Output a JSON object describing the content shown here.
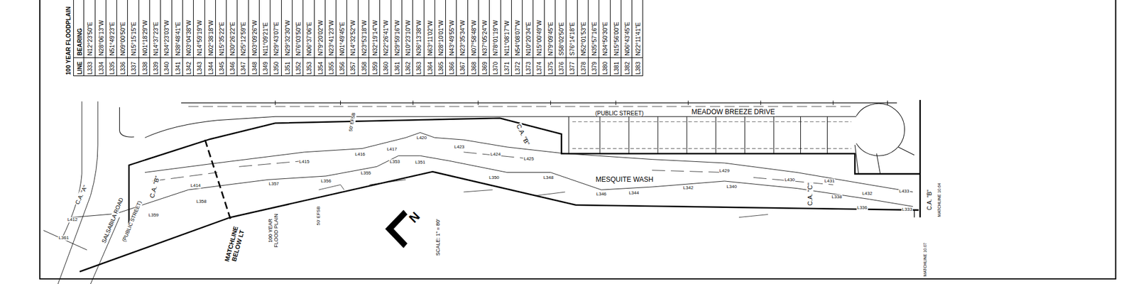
{
  "diagram": {
    "title": "100 YEAR FLOODPLAIN",
    "labels": [
      "LINE",
      "BEARING",
      "L333",
      "N12°23'50\"E",
      "L334",
      "N28°06'13\"W",
      "L335",
      "N51°49'23\"E",
      "L336",
      "N09°00'50\"E",
      "L337",
      "N15°15'15\"E",
      "L338",
      "N01°18'29\"W",
      "L339",
      "N14°37'23\"E",
      "L340",
      "N34°23'03\"W",
      "L341",
      "N38°48'41\"E",
      "L342",
      "N03°04'38\"W",
      "L343",
      "N14°59'19\"W",
      "L344",
      "N02°38'18\"W",
      "L345",
      "N15°35'22\"E",
      "L346",
      "N30°26'22\"E",
      "L347",
      "N25°12'59\"E",
      "L348",
      "N03°09'26\"W",
      "L349",
      "N11°09'21\"E",
      "L350",
      "N29°43'07\"E",
      "L351",
      "N29°32'30\"W",
      "L352",
      "N76°03'50\"E",
      "L353",
      "N06°37'06\"E",
      "L354",
      "N79°20'02\"W",
      "L355",
      "N23°41'23\"W",
      "L356",
      "N01°49'45\"E",
      "L357",
      "N14°32'52\"W",
      "L358",
      "N23°53'18\"W",
      "L359",
      "N32°19'14\"W",
      "L360",
      "N22°26'41\"W",
      "L361",
      "N29°59'16\"W",
      "L362",
      "N10°23'10\"W",
      "L363",
      "N36°13'38\"W",
      "L364",
      "N63°11'02\"W",
      "L365",
      "N28°10'01\"W",
      "L366",
      "N43°49'55\"W",
      "L367",
      "N23°35'34\"W",
      "L368",
      "N07°58'48\"W",
      "L369",
      "N37°05'24\"W",
      "L370",
      "N78°01'19\"W",
      "L371",
      "N11°08'17\"W",
      "L372",
      "N54°08'07\"W",
      "L373",
      "N10°20'34\"E",
      "L374",
      "N15°00'49\"W",
      "L375",
      "N79°09'45\"E",
      "L376",
      "S58°02'50\"E",
      "L377",
      "S76°14'18\"E",
      "L378",
      "N52°01'53\"E",
      "L379",
      "N35°57'16\"E",
      "L380",
      "N34°50'30\"E",
      "L381",
      "N15°56'00\"E",
      "L382",
      "N06°43'45\"E",
      "L383",
      "N22°11'41\"E",
      "MEADOW BREEZE DRIVE",
      "(PUBLIC STREET)",
      "MESQUITE WASH",
      "C.A. \"B\"",
      "C.A. \"B\"",
      "C.A. \"C\"",
      "C.A. \"B\"",
      "C.A. \"A\"",
      "SALSABILA ROAD",
      "(PUBLIC STREET)",
      "50' EFSB",
      "50' EFSB",
      "100 YEAR FLOOD PLAIN",
      "MATCHLINE BELOW LT",
      "SCALE: 1\" = 80'",
      "N",
      "MATCHLINE 10.07",
      "MATCHLINE 10.64",
      "L415",
      "L416",
      "L417",
      "L420",
      "L423",
      "L424",
      "L425",
      "L429",
      "L430",
      "L431",
      "L432",
      "L433",
      "L361",
      "L412",
      "L359",
      "L358",
      "L414",
      "L357",
      "L356",
      "L355",
      "L353",
      "L351",
      "L350",
      "L348",
      "L346",
      "L344",
      "L342",
      "L340",
      "L338",
      "L336",
      "L333"
    ]
  }
}
